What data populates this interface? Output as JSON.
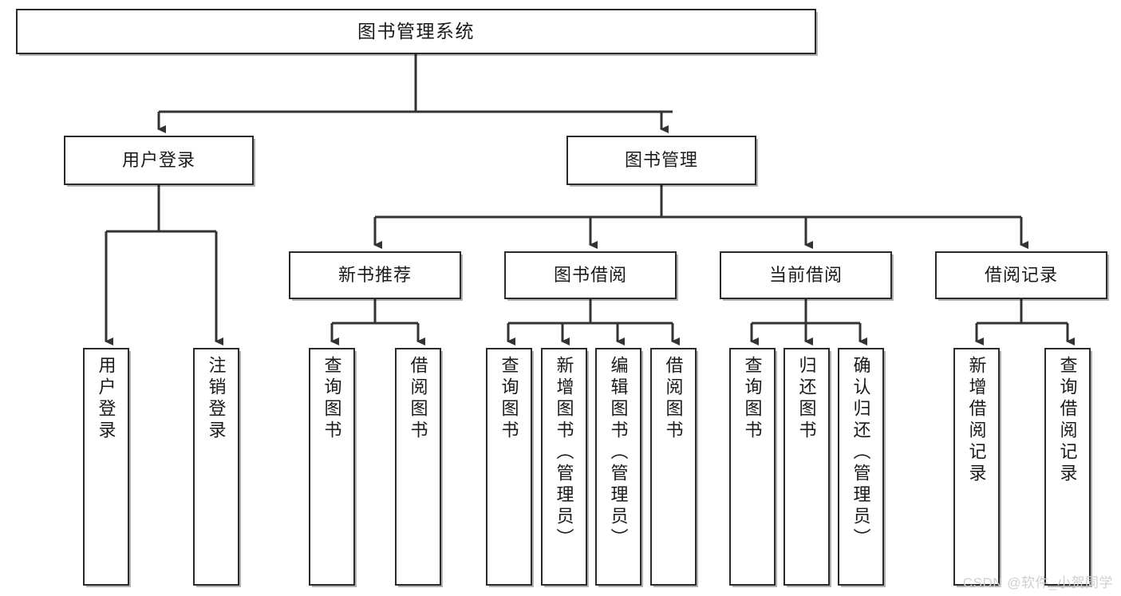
{
  "diagram": {
    "type": "tree-hierarchy",
    "title": "图书管理系统",
    "watermark": "CSDN @软件_小贺同学",
    "colors": {
      "box_border": "#2b2b2b",
      "box_fill": "#ffffff",
      "line": "#333333",
      "text": "#1a1a1a",
      "watermark": "#cfcfcf"
    },
    "nodes": {
      "root": {
        "label": "图书管理系统"
      },
      "level2": [
        {
          "label": "用户登录"
        },
        {
          "label": "图书管理"
        }
      ],
      "level3": [
        {
          "label": "新书推荐"
        },
        {
          "label": "图书借阅"
        },
        {
          "label": "当前借阅"
        },
        {
          "label": "借阅记录"
        }
      ],
      "leaves": [
        {
          "label": "用户登录",
          "parent": "用户登录"
        },
        {
          "label": "注销登录",
          "parent": "用户登录"
        },
        {
          "label": "查询图书",
          "parent": "新书推荐"
        },
        {
          "label": "借阅图书",
          "parent": "新书推荐"
        },
        {
          "label": "查询图书",
          "parent": "图书借阅"
        },
        {
          "label": "新增图书（管理员）",
          "parent": "图书借阅"
        },
        {
          "label": "编辑图书（管理员）",
          "parent": "图书借阅"
        },
        {
          "label": "借阅图书",
          "parent": "图书借阅"
        },
        {
          "label": "查询图书",
          "parent": "当前借阅"
        },
        {
          "label": "归还图书",
          "parent": "当前借阅"
        },
        {
          "label": "确认归还（管理员）",
          "parent": "当前借阅"
        },
        {
          "label": "新增借阅记录",
          "parent": "借阅记录"
        },
        {
          "label": "查询借阅记录",
          "parent": "借阅记录"
        }
      ]
    }
  }
}
